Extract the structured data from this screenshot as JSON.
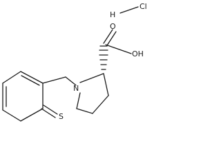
{
  "atoms": {
    "H": "H",
    "Cl": "Cl",
    "OH": "OH",
    "O": "O",
    "N": "N",
    "S": "S"
  }
}
